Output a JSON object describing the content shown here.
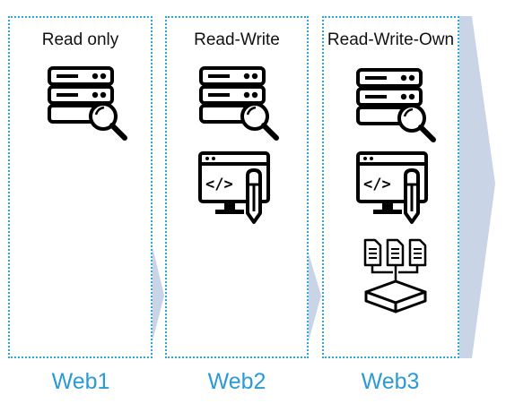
{
  "columns": [
    {
      "title": "Read only",
      "label": "Web1",
      "icons": [
        "server-search-icon"
      ]
    },
    {
      "title": "Read-Write",
      "label": "Web2",
      "icons": [
        "server-search-icon",
        "code-editor-icon"
      ]
    },
    {
      "title": "Read-Write-Own",
      "label": "Web3",
      "icons": [
        "server-search-icon",
        "code-editor-icon",
        "documents-to-storage-icon"
      ]
    }
  ],
  "colors": {
    "border": "#2aa7d6",
    "label": "#2a9bd6",
    "arrow": "#c9d4e6"
  }
}
